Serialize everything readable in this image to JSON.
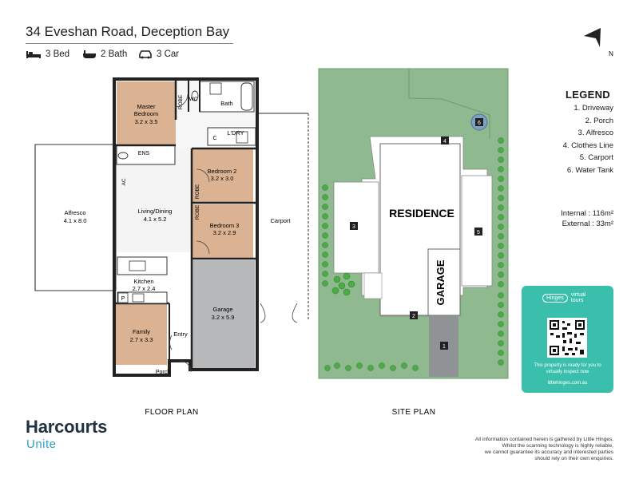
{
  "header": {
    "title": "34 Eveshan Road, Deception Bay",
    "features": [
      {
        "icon": "bed-icon",
        "label": "3 Bed"
      },
      {
        "icon": "bath-icon",
        "label": "2 Bath"
      },
      {
        "icon": "car-icon",
        "label": "3 Car"
      }
    ]
  },
  "floor_plan": {
    "caption": "FLOOR PLAN",
    "rooms": {
      "master": {
        "name": "Master",
        "name2": "Bedroom",
        "dims": "3.2 x 3.5"
      },
      "robe": "ROBE",
      "wc": "WC",
      "bath": "Bath",
      "ldry": "L'DRY",
      "c": "C",
      "ens": "ENS",
      "bed2": {
        "name": "Bedroom 2",
        "dims": "3.2 x 3.0"
      },
      "bed3": {
        "name": "Bedroom 3",
        "dims": "3.2 x 2.9"
      },
      "ac": "AC",
      "alfresco": {
        "name": "Alfresco",
        "dims": "4.1 x 8.0"
      },
      "living": {
        "name": "Living/Dining",
        "dims": "4.1 x 5.2"
      },
      "carport": "Carport",
      "kitchen": {
        "name": "Kitchen",
        "dims": "2.7 x 2.4"
      },
      "p": "P",
      "garage": {
        "name": "Garage",
        "dims": "3.2 x 5.9"
      },
      "family": {
        "name": "Family",
        "dims": "2.7 x 3.3"
      },
      "entry": "Entry",
      "porch": "Porch"
    }
  },
  "site_plan": {
    "caption": "SITE PLAN",
    "residence": "RESIDENCE",
    "garage": "GARAGE",
    "markers": [
      "1",
      "2",
      "3",
      "4",
      "5",
      "6"
    ]
  },
  "legend": {
    "title": "LEGEND",
    "items": [
      "1. Driveway",
      "2. Porch",
      "3. Alfresco",
      "4. Clothes Line",
      "5. Carport",
      "6. Water Tank"
    ]
  },
  "areas": {
    "internal": "Internal : 116m²",
    "external": "External :  33m²"
  },
  "compass": {
    "label": "N"
  },
  "promo": {
    "brand": "Hinges",
    "brand2a": "virtual",
    "brand2b": "tours",
    "message": "This property is ready for you to virtually inspect now",
    "url": "littlehinges.com.au"
  },
  "branding": {
    "name": "Harcourts",
    "office": "Unite"
  },
  "disclaimer": [
    "All information contained herein is gathered by Little Hinges.",
    "Whilst the scanning technology is highly reliable,",
    "we cannot guarantee its accuracy and interested parties",
    "should rely on their own enquiries."
  ],
  "colors": {
    "lawn": "#8fb98e",
    "bedroom": "#dcb392",
    "garage": "#b7b8ba",
    "driveway": "#8f9396",
    "promo": "#3bbfad",
    "brand_dark": "#1f3142",
    "brand_light": "#2aa3c4",
    "hedge": "#4caa47"
  }
}
